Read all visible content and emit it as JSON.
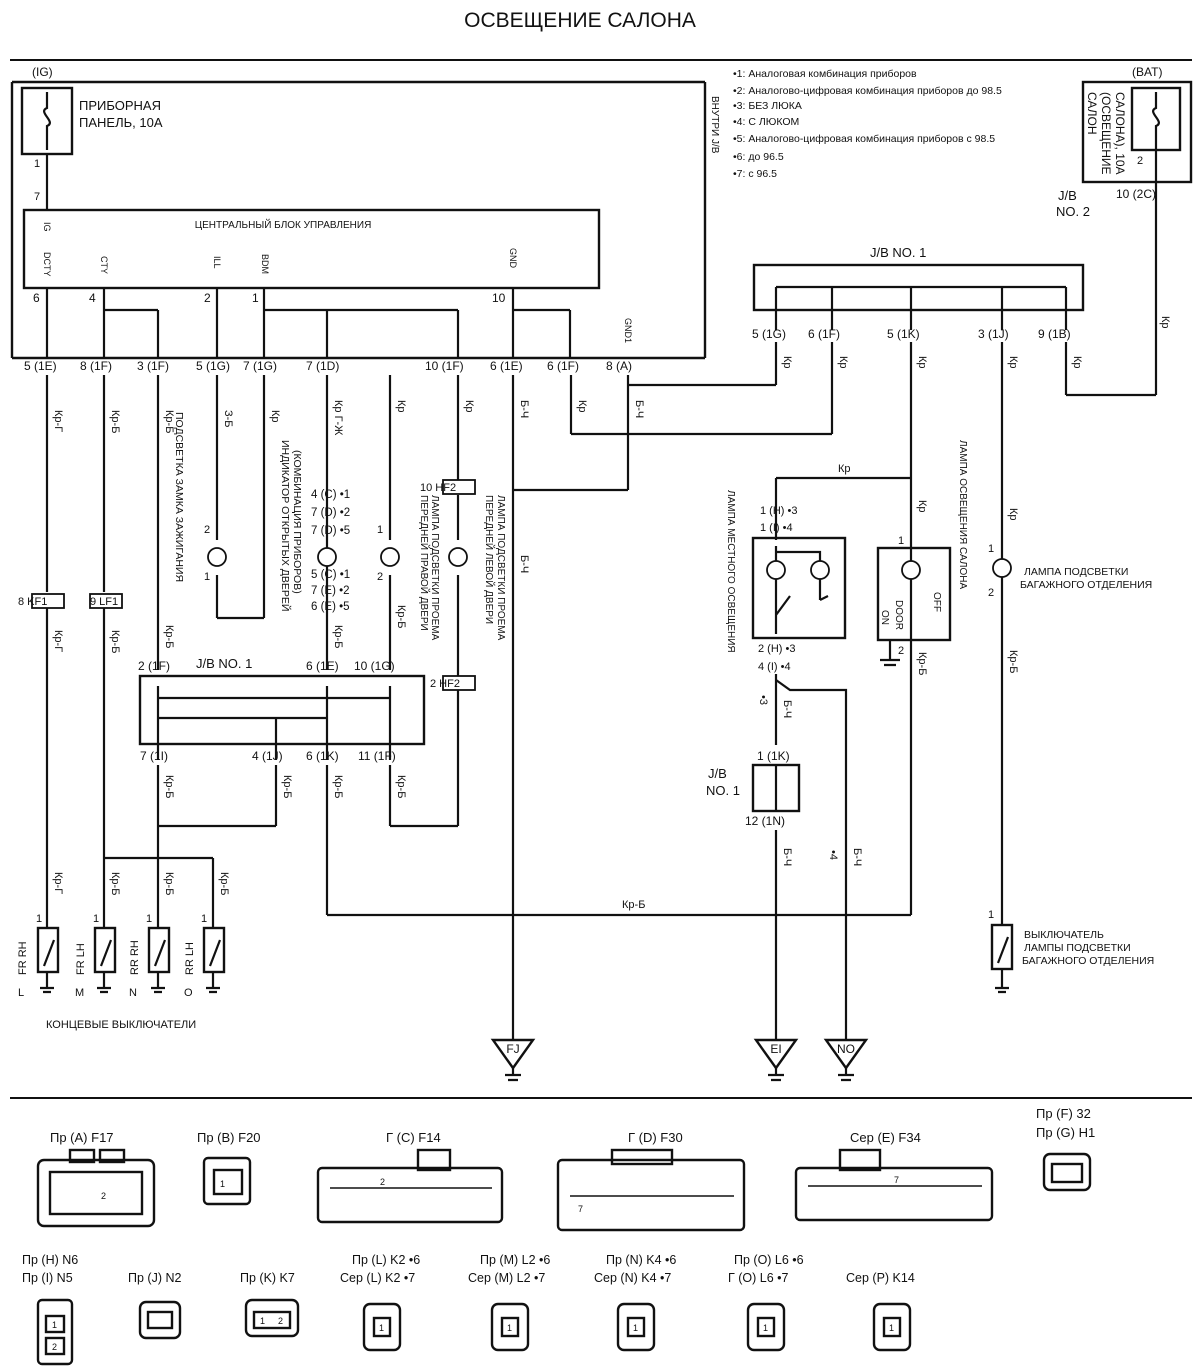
{
  "title": "ОСВЕЩЕНИЕ САЛОНА",
  "notes": [
    "•1: Аналоговая комбинация приборов",
    "•2: Аналогово-цифровая комбинация приборов до 98.5",
    "•3: БЕЗ ЛЮКА",
    "•4: С ЛЮКОМ",
    "•5: Аналогово-цифровая комбинация приборов с 98.5",
    "•6: до 96.5",
    "•7: с 96.5"
  ],
  "fuses": {
    "ig": {
      "tag": "(IG)",
      "name1": "ПРИБОРНАЯ",
      "name2": "ПАНЕЛЬ, 10А",
      "pin1": "1",
      "pin2": "7"
    },
    "bat": {
      "tag": "(BAT)",
      "l1": "САЛОН",
      "l2": "(ОСВЕЩЕНИЕ",
      "l3": "САЛОНА), 10А",
      "pin": "2",
      "jb": "J/B",
      "jbno": "NO. 2",
      "conn": "10 (2C)"
    },
    "inside": "ВНУТРИ J/B"
  },
  "ecu": {
    "name": "ЦЕНТРАЛЬНЫЙ БЛОК УПРАВЛЕНИЯ",
    "terminals": [
      "IG",
      "DCTY",
      "CTY",
      "ILL",
      "BDM",
      "GND",
      "GND1"
    ],
    "pins": [
      "6",
      "4",
      "2",
      "1",
      "10"
    ]
  },
  "jb1_top": {
    "label": "J/B NO. 1",
    "connectors": [
      "5 (1G)",
      "6 (1F)",
      "5 (1K)",
      "3 (1J)",
      "9 (1B)"
    ]
  },
  "ecu_connectors": [
    "5 (1E)",
    "8 (1F)",
    "3 (1F)",
    "5 (1G)",
    "7 (1G)",
    "7 (1D)",
    "10 (1F)",
    "6 (1E)",
    "6 (1F)",
    "8 (A)"
  ],
  "wire_colors": {
    "kr": "Кр",
    "krg": "Кр-Г",
    "krb": "Кр-Б",
    "zb": "З-Б",
    "bch": "Б-Ч",
    "gzh": "Г-Ж",
    "krg2": "Кр Г-Ж"
  },
  "components": {
    "ignition_lamp": "ПОДСВЕТКА ЗАМКА ЗАЖИГАНИЯ",
    "door_indicator_1": "ИНДИКАТОР ОТКРЫТЫХ ДВЕРЕЙ",
    "door_indicator_2": "(КОМБИНАЦИЯ ПРИБОРОВ)",
    "right_door_lamp_1": "ЛАМПА ПОДСВЕТКИ ПРОЕМА",
    "right_door_lamp_2": "ПЕРЕДНЕЙ ПРАВОЙ ДВЕРИ",
    "left_door_lamp_1": "ЛАМПА ПОДСВЕТКИ ПРОЕМА",
    "left_door_lamp_2": "ПЕРЕДНЕЙ ЛЕВОЙ ДВЕРИ",
    "local_lamp": "ЛАМПА МЕСТНОГО ОСВЕЩЕНИЯ",
    "interior_lamp": "ЛАМПА ОСВЕЩЕНИЯ САЛОНА",
    "interior_switch": [
      "ON",
      "DOOR",
      "OFF"
    ],
    "trunk_lamp_1": "ЛАМПА ПОДСВЕТКИ",
    "trunk_lamp_2": "БАГАЖНОГО ОТДЕЛЕНИЯ",
    "trunk_switch_1": "ВЫКЛЮЧАТЕЛЬ",
    "trunk_switch_2": "ЛАМПЫ ПОДСВЕТКИ",
    "trunk_switch_3": "БАГАЖНОГО ОТДЕЛЕНИЯ",
    "door_switches": [
      "FR RH",
      "FR LH",
      "RR RH",
      "RR LH"
    ],
    "door_switch_letters": [
      "L",
      "M",
      "N",
      "O"
    ],
    "door_switches_label": "КОНЦЕВЫЕ ВЫКЛЮЧАТЕЛИ"
  },
  "jb1_mid": {
    "label": "J/B NO. 1",
    "top": [
      "2 (1F)",
      "6 (1E)",
      "10 (1G)"
    ],
    "bottom": [
      "7 (1I)",
      "4 (1J)",
      "6 (1K)",
      "11 (1F)"
    ]
  },
  "jb1_small": {
    "label1": "J/B",
    "label2": "NO. 1",
    "top": "1 (1K)",
    "bottom": "12 (1N)"
  },
  "local_pins": [
    "1 (H) •3",
    "1 (I) •4",
    "2 (H) •3",
    "4 (I) •4",
    "•3",
    "•4"
  ],
  "door_pins": [
    "4 (C) •1",
    "7 (D) •2",
    "7 (D) •5",
    "5 (C) •1",
    "7 (E) •2",
    "6 (E) •5"
  ],
  "hf": [
    "10 HF2",
    "2 HF2"
  ],
  "kf": [
    "8 KF1",
    "9 LF1"
  ],
  "grounds": [
    "FJ",
    "EI",
    "NO"
  ],
  "conn_views": {
    "row1": [
      "Пр (A) F17",
      "Пр (B) F20",
      "Г (C) F14",
      "Г (D) F30",
      "Сер (E) F34",
      "Пр (F) 32",
      "Пр (G) H1"
    ],
    "row2": [
      "Пр (H) N6",
      "Пр (I) N5",
      "Пр (J) N2",
      "Пр (K) K7",
      "Пр (L) K2 •6",
      "Сер (L) K2 •7",
      "Пр (M) L2 •6",
      "Сер (M) L2 •7",
      "Пр (N) K4 •6",
      "Сер (N) K4 •7",
      "Пр (O) L6 •6",
      "Г (O) L6 •7",
      "Сер (P) K14"
    ]
  },
  "small_labels": {
    "n1": "1",
    "n2": "2",
    "n7": "7",
    "n9": "9"
  }
}
